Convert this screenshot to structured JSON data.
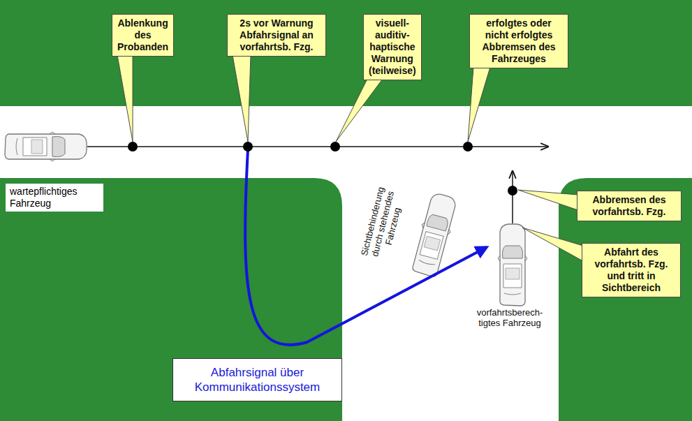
{
  "diagram": {
    "nodes": [
      {
        "text": [
          "Ablenkung des Probanden"
        ]
      },
      {
        "text": [
          "2s vor Warnung Abfahrsignal an vorfahrtsb. Fzg."
        ]
      },
      {
        "text": [
          "visuell- auditiv- haptische Warnung (teilweise)"
        ]
      },
      {
        "text": [
          "erfolgtes oder nicht erfolgtes Abbremsen des Fahrzeuges"
        ]
      },
      {
        "text": [
          "Abbremsen des vorfahrtsb. Fzg."
        ]
      },
      {
        "text": [
          "Abfahrt des vorfahrtsb. Fzg. und tritt in Sichtbereich"
        ]
      },
      {
        "text": [
          "wartepflichtiges Fahrzeug"
        ]
      },
      {
        "text": [
          "Abfahrsignal über Kommunikationssystem"
        ]
      }
    ],
    "labels": [
      "Sichtbehinderung durch stehendes Fahrzeug",
      "vorfahrtsberech- tigtes Fahrzeug"
    ]
  }
}
